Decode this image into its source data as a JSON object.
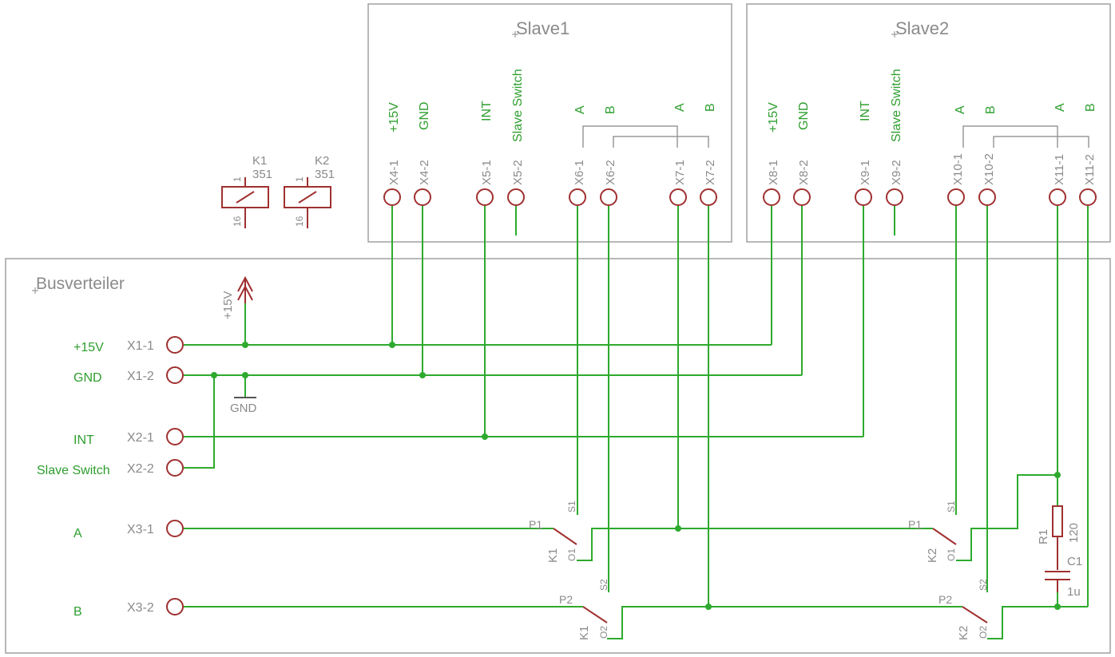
{
  "frames": {
    "slave1": "Slave1",
    "slave2": "Slave2",
    "busverteiler": "Busverteiler"
  },
  "slave1_nets": [
    "+15V",
    "GND",
    "INT",
    "Slave Switch",
    "A",
    "B",
    "A",
    "B"
  ],
  "slave1_pins": [
    "X4-1",
    "X4-2",
    "X5-1",
    "X5-2",
    "X6-1",
    "X6-2",
    "X7-1",
    "X7-2"
  ],
  "slave2_nets": [
    "+15V",
    "GND",
    "INT",
    "Slave Switch",
    "A",
    "B",
    "A",
    "B"
  ],
  "slave2_pins": [
    "X8-1",
    "X8-2",
    "X9-1",
    "X9-2",
    "X10-1",
    "X10-2",
    "X11-1",
    "X11-2"
  ],
  "left_nets": [
    "+15V",
    "GND",
    "INT",
    "Slave Switch",
    "A",
    "B"
  ],
  "left_pins": [
    "X1-1",
    "X1-2",
    "X2-1",
    "X2-2",
    "X3-1",
    "X3-2"
  ],
  "relays": [
    {
      "name": "K1",
      "value": "351",
      "pin_top": "1",
      "pin_bottom": "16"
    },
    {
      "name": "K2",
      "value": "351",
      "pin_top": "1",
      "pin_bottom": "16"
    }
  ],
  "supply": {
    "label": "+15V",
    "ground": "GND"
  },
  "switches": {
    "k1_a": {
      "name": "K1",
      "p": "P1",
      "s": "S1",
      "o": "O1"
    },
    "k1_b": {
      "name": "K1",
      "p": "P2",
      "s": "S2",
      "o": "O2"
    },
    "k2_a": {
      "name": "K2",
      "p": "P1",
      "s": "S1",
      "o": "O1"
    },
    "k2_b": {
      "name": "K2",
      "p": "P2",
      "s": "S2",
      "o": "O2"
    }
  },
  "resistor": {
    "name": "R1",
    "value": "120"
  },
  "capacitor": {
    "name": "C1",
    "value": "1u"
  },
  "colors": {
    "wire": "#2eaa2e",
    "symbol": "#a03030",
    "frame": "#a0a0a0",
    "label": "#8a8a8a"
  }
}
